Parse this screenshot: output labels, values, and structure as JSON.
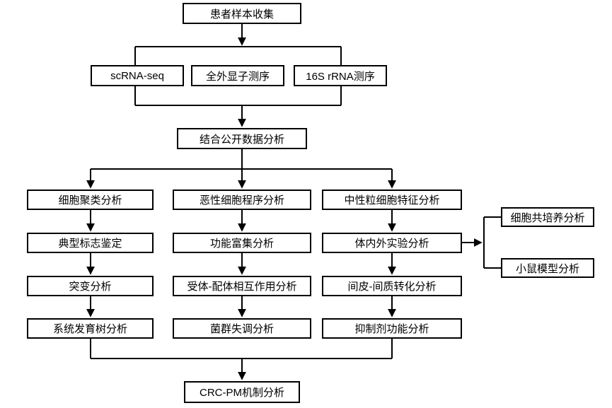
{
  "diagram": {
    "background_color": "#ffffff",
    "line_color": "#000000",
    "box_fill": "#ffffff",
    "box_border_color": "#000000",
    "text_color": "#000000",
    "nodes": {
      "patient_sample": {
        "label": "患者样本收集"
      },
      "scrna_seq": {
        "label": "scRNA-seq"
      },
      "wes": {
        "label": "全外显子测序"
      },
      "rrna16s": {
        "label": "16S rRNA测序"
      },
      "public_data": {
        "label": "结合公开数据分析"
      },
      "cell_clustering": {
        "label": "细胞聚类分析"
      },
      "marker_identification": {
        "label": "典型标志鉴定"
      },
      "mutation": {
        "label": "突变分析"
      },
      "phylogenetic_tree": {
        "label": "系统发育树分析"
      },
      "malignant_program": {
        "label": "恶性细胞程序分析"
      },
      "functional_enrichment": {
        "label": "功能富集分析"
      },
      "receptor_ligand": {
        "label": "受体-配体相互作用分析"
      },
      "dysbiosis": {
        "label": "菌群失调分析"
      },
      "neutrophil_signature": {
        "label": "中性粒细胞特征分析"
      },
      "in_vivo_vitro": {
        "label": "体内外实验分析"
      },
      "mmt": {
        "label": "间皮-间质转化分析"
      },
      "inhibitor_function": {
        "label": "抑制剂功能分析"
      },
      "coculture": {
        "label": "细胞共培养分析"
      },
      "mouse_model": {
        "label": "小鼠模型分析"
      },
      "crc_pm": {
        "label": "CRC-PM机制分析"
      }
    },
    "edges": [
      {
        "from": "patient_sample",
        "to": "scrna_seq"
      },
      {
        "from": "patient_sample",
        "to": "wes"
      },
      {
        "from": "patient_sample",
        "to": "rrna16s"
      },
      {
        "from": "scrna_seq",
        "to": "public_data"
      },
      {
        "from": "wes",
        "to": "public_data"
      },
      {
        "from": "rrna16s",
        "to": "public_data"
      },
      {
        "from": "public_data",
        "to": "cell_clustering"
      },
      {
        "from": "public_data",
        "to": "malignant_program"
      },
      {
        "from": "public_data",
        "to": "neutrophil_signature"
      },
      {
        "from": "cell_clustering",
        "to": "marker_identification"
      },
      {
        "from": "marker_identification",
        "to": "mutation"
      },
      {
        "from": "mutation",
        "to": "phylogenetic_tree"
      },
      {
        "from": "malignant_program",
        "to": "functional_enrichment"
      },
      {
        "from": "functional_enrichment",
        "to": "receptor_ligand"
      },
      {
        "from": "receptor_ligand",
        "to": "dysbiosis"
      },
      {
        "from": "neutrophil_signature",
        "to": "in_vivo_vitro"
      },
      {
        "from": "in_vivo_vitro",
        "to": "mmt"
      },
      {
        "from": "mmt",
        "to": "inhibitor_function"
      },
      {
        "from": "in_vivo_vitro",
        "to": "coculture"
      },
      {
        "from": "in_vivo_vitro",
        "to": "mouse_model"
      },
      {
        "from": "phylogenetic_tree",
        "to": "crc_pm"
      },
      {
        "from": "inhibitor_function",
        "to": "crc_pm"
      }
    ]
  }
}
